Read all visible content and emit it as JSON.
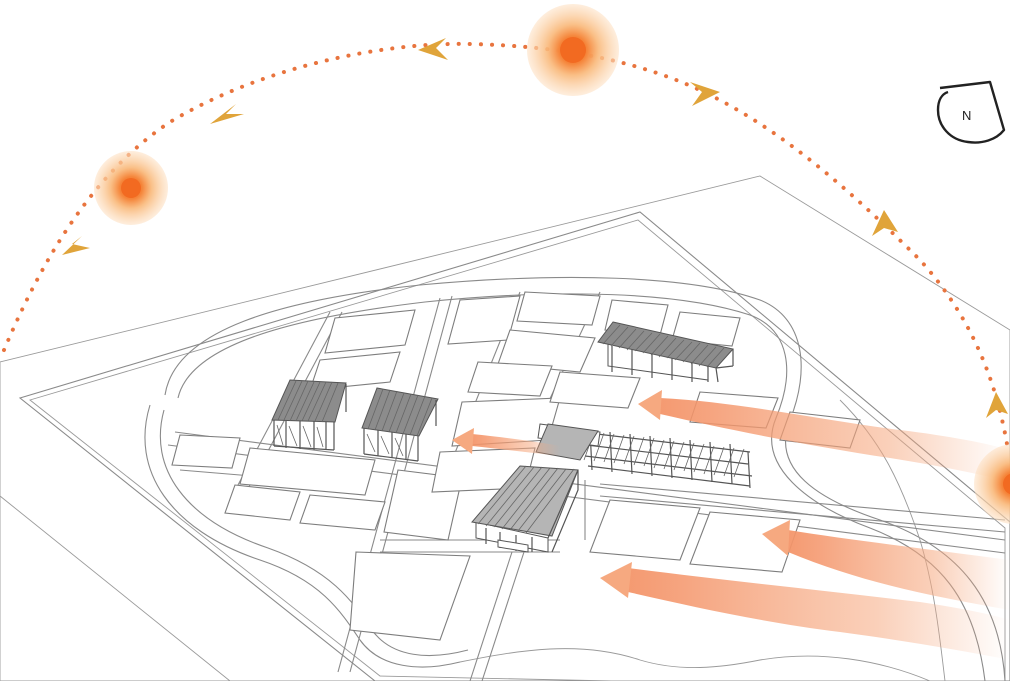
{
  "compass": {
    "label": "N"
  },
  "colors": {
    "sun_path": "#e8743e",
    "sun_core": "#f26a21",
    "sun_halo": "#f9b879",
    "direction_arrow": "#e0a43a",
    "wind": "#f6a980",
    "site_lines": "#8a8a8a"
  },
  "diagram": {
    "sun_positions": [
      "sun-west",
      "sun-noon",
      "sun-east"
    ],
    "buildings": [
      "pavilion-northeast",
      "pavilion-west-a",
      "pavilion-west-b",
      "pergola-central",
      "hall-central"
    ],
    "wind_flows": [
      "wind-flow-1",
      "wind-flow-2",
      "wind-flow-3",
      "wind-flow-4"
    ]
  }
}
